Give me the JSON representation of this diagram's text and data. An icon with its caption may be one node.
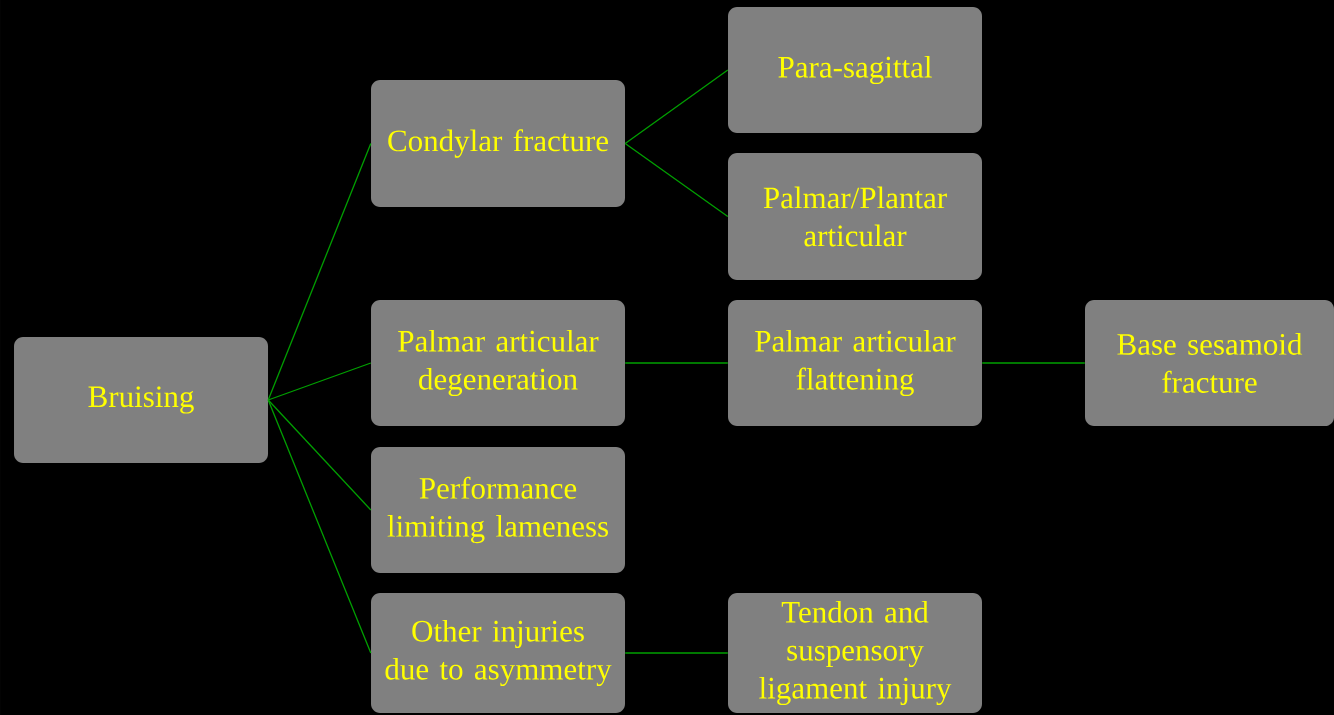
{
  "diagram": {
    "nodes": [
      {
        "text": [
          "Bruising"
        ]
      },
      {
        "text": [
          "Condylar fracture"
        ]
      },
      {
        "text": [
          "Palmar articular degeneration"
        ]
      },
      {
        "text": [
          "Performance limiting lameness"
        ]
      },
      {
        "text": [
          "Other injuries due to asymmetry"
        ]
      },
      {
        "text": [
          "Para-sagittal"
        ]
      },
      {
        "text": [
          "Palmar/Plantar articular"
        ]
      },
      {
        "text": [
          "Palmar articular flattening"
        ]
      },
      {
        "text": [
          "Base sesamoid fracture"
        ]
      },
      {
        "text": [
          "Tendon and suspensory ligament injury"
        ]
      }
    ],
    "edges": [
      {
        "from": 0,
        "to": 1,
        "arrow": "none"
      },
      {
        "from": 0,
        "to": 2,
        "arrow": "none"
      },
      {
        "from": 0,
        "to": 3,
        "arrow": "none"
      },
      {
        "from": 0,
        "to": 4,
        "arrow": "none"
      },
      {
        "from": 1,
        "to": 5,
        "arrow": "none"
      },
      {
        "from": 1,
        "to": 6,
        "arrow": "none"
      },
      {
        "from": 2,
        "to": 7,
        "arrow": "none"
      },
      {
        "from": 7,
        "to": 8,
        "arrow": "none"
      },
      {
        "from": 4,
        "to": 9,
        "arrow": "none"
      }
    ]
  }
}
